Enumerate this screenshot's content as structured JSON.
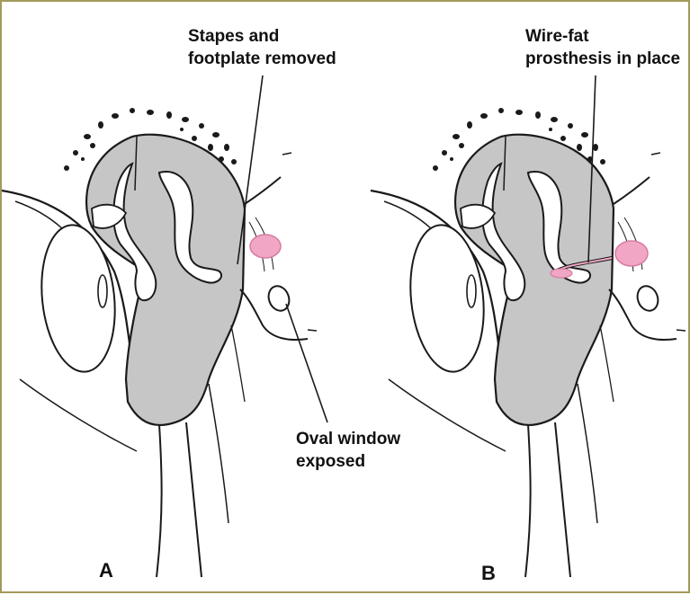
{
  "figure": {
    "panels": [
      {
        "letter": "A",
        "callouts": [
          {
            "lines": [
              "Stapes and",
              "footplate removed"
            ]
          },
          {
            "lines": [
              "Oval window",
              "exposed"
            ]
          }
        ]
      },
      {
        "letter": "B",
        "callouts": [
          {
            "lines": [
              "Wire-fat",
              "prosthesis in place"
            ]
          }
        ]
      }
    ]
  },
  "colors": {
    "border": "#a39a5c",
    "cavity_fill": "#c6c6c6",
    "bone_fill": "#ffffff",
    "outline": "#1a1a1a",
    "tissue_pink": "#f0a6c4",
    "tissue_pink_dark": "#d57ba0"
  }
}
